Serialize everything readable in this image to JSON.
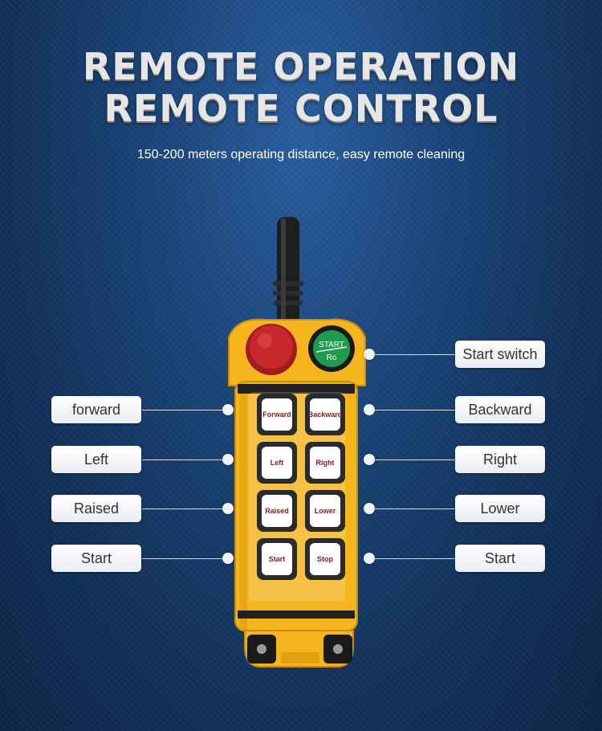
{
  "title_line1": "REMOTE OPERATION",
  "title_line2": "REMOTE CONTROL",
  "subtitle": "150-200 meters operating distance, easy remote cleaning",
  "top_buttons": {
    "start_button_text1": "START",
    "start_button_text2": "Ro"
  },
  "remote_buttons": {
    "forward": "Forward",
    "backward": "Backward",
    "left": "Left",
    "right": "Right",
    "raised": "Raised",
    "lower": "Lower",
    "start": "Start",
    "stop": "Stop"
  },
  "callouts": {
    "start_switch": "Start switch",
    "forward": "forward",
    "backward": "Backward",
    "left": "Left",
    "right": "Right",
    "raised": "Raised",
    "lower": "Lower",
    "start_left": "Start",
    "start_right": "Start"
  },
  "colors": {
    "body_yellow": "#f5b51e",
    "estop_red": "#c0242a",
    "start_green": "#1f9a4f",
    "label_bg": "#ffffff"
  }
}
